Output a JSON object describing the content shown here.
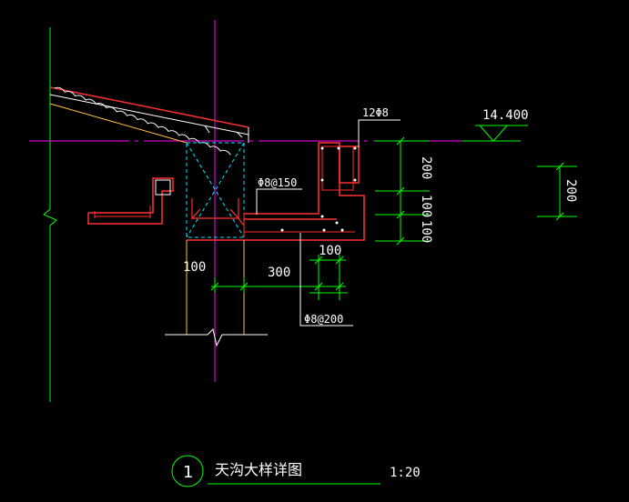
{
  "drawing": {
    "elevation": "14.400",
    "rebar_top": "12Φ8",
    "stirrup_150": "Φ8@150",
    "stirrup_200": "Φ8@200",
    "dim_100_left": "100",
    "dim_300": "300",
    "dim_100_right": "100",
    "dim_200": "200",
    "dim_100_a": "100",
    "dim_100_b": "100",
    "dim_200_right": "200",
    "detail_number": "1",
    "title": "天沟大样详图",
    "scale": "1:20"
  },
  "colors": {
    "background": "#000000",
    "grid_green": "#00ff00",
    "axis_magenta": "#ff00ff",
    "concrete_red": "#ff3030",
    "column_orange": "#ffc040",
    "cyan": "#00e5ff",
    "text_white": "#ffffff"
  }
}
